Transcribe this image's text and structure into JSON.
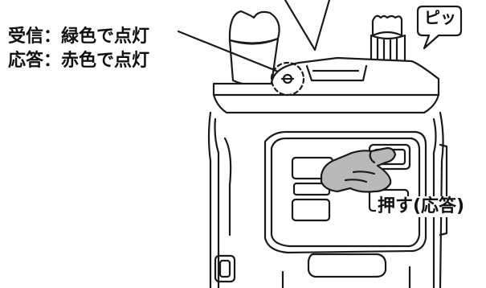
{
  "labels": {
    "receive": "受信：緑色で点灯",
    "answer": "応答：赤色で点灯",
    "push": "押す(応答)",
    "beep": "ピッ"
  },
  "colors": {
    "line": "#1a1a1a",
    "hand_fill": "#b9b9b9",
    "background": "#ffffff"
  }
}
